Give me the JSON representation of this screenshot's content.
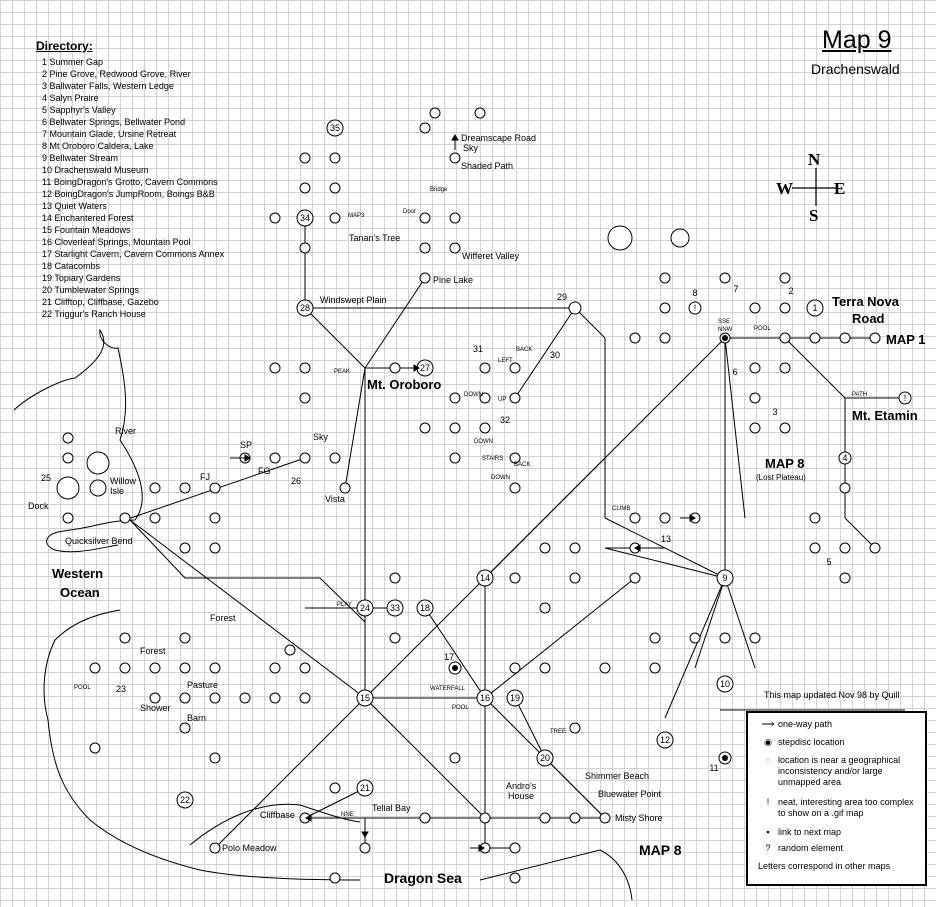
{
  "title": "Map 9",
  "subtitle": "Drachenswald",
  "directory": {
    "heading": "Directory:",
    "items": [
      "1 Summer Gap",
      "2 Pine Grove, Redwood Grove, River",
      "3 Ballwater Falls, Western Ledge",
      "4 Salyn Praire",
      "5 Sapphyr's Valley",
      "6 Bellwater Springs, Bellwater Pond",
      "7 Mountain Glade, Ursine Retreat",
      "8 Mt Oroboro Caldera, Lake",
      "9 Bellwater Stream",
      "10 Drachenswald Museum",
      "11 BoingDragon's Grotto, Cavern Commons",
      "12 BoingDragon's JumpRoom, Boings B&B",
      "13 Quiet Waters",
      "14 Enchantered Forest",
      "15 Fountain Meadows",
      "16 Cloverleaf Springs, Mountain Pool",
      "17 Starlight Cavern, Cavern Commons Annex",
      "18 Catacombs",
      "19 Topiary Gardens",
      "20 Tumblewater Springs",
      "21 Clifftop, Cliffbase, Gazebo",
      "22 Triggur's Ranch House"
    ]
  },
  "compass": {
    "n": "N",
    "s": "S",
    "e": "E",
    "w": "W"
  },
  "labels": {
    "terra_nova": "Terra Nova\nRoad",
    "map1": "MAP 1",
    "mt_etamin": "Mt. Etamin",
    "map8_top": "MAP 8",
    "lost_plateau": "(Lost Plateau)",
    "mt_oroboro": "Mt. Oroboro",
    "western_ocean": "Western\nOcean",
    "dragon_sea": "Dragon Sea",
    "map8_bottom": "MAP 8",
    "river": "River",
    "willow_isle": "Willow\nIsle",
    "dock": "Dock",
    "quicksilver_bend": "Quicksilver Bend",
    "windswept_plain": "Windswept Plain",
    "pine_lake": "Pine Lake",
    "wifferet_valley": "Wifferet Valley",
    "tanans_tree": "Tanan's Tree",
    "dreamscape_road": "Dreamscape Road",
    "sky": "Sky",
    "shaded_path": "Shaded Path",
    "bridge": "Bridge",
    "door": "Door",
    "map3": "MAP3",
    "vista": "Vista",
    "forest": "Forest",
    "pasture": "Pasture",
    "shower": "Shower",
    "barn": "Barn",
    "pool": "POOL",
    "waterfall": "WATERFALL",
    "tree": "TREE",
    "andros_house": "Andro's\nHouse",
    "shimmer_beach": "Shimmer Beach",
    "bluewater_point": "Bluewater Point",
    "misty_shore": "Misty Shore",
    "telial_bay": "Telial Bay",
    "cliffbase": "Cliffbase",
    "polo_meadow": "Polo Meadow",
    "peak": "PEAK",
    "climb": "CLIMB",
    "path": "PATH",
    "play": "PLAY",
    "nne": "NNE",
    "sse": "SSE",
    "nnw": "NNW",
    "left": "LEFT",
    "back": "BACK",
    "down": "DOWN",
    "stairs": "STAIRS",
    "up": "UP"
  },
  "updated": "This map updated Nov 98 by Quill",
  "legend": [
    {
      "icon": "arrow-icon",
      "text": "one-way path"
    },
    {
      "icon": "stepdisc-icon",
      "text": "stepdisc location"
    },
    {
      "icon": "dotted-circle-icon",
      "text": "location is near a geographical inconsistency and/or large unmapped area"
    },
    {
      "icon": "exclamation-icon",
      "symbol": "!",
      "text": "neat, interesting area too complex to show on a .gif map"
    },
    {
      "icon": "link-dot-icon",
      "symbol": "▪",
      "text": "link to next map"
    },
    {
      "icon": "question-icon",
      "symbol": "?",
      "text": "random element"
    },
    {
      "icon": "letters-icon",
      "symbol": "",
      "text": "Letters correspond in other maps"
    }
  ]
}
